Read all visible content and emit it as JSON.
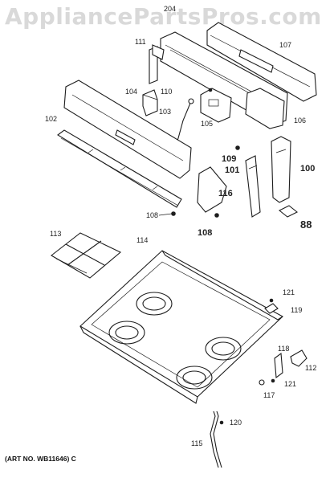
{
  "watermark": "AppliancePartsPros.com",
  "art_number": "(ART NO. WB11646) C",
  "labels": {
    "p204": "204",
    "p107": "107",
    "p111": "111",
    "p110": "110",
    "p104": "104",
    "p103": "103",
    "p105": "105",
    "p106": "106",
    "p102": "102",
    "p109": "109",
    "p101": "101",
    "p100": "100",
    "p116": "116",
    "p108a": "108",
    "p108b": "108",
    "p88": "88",
    "p113": "113",
    "p114": "114",
    "p121a": "121",
    "p119": "119",
    "p118": "118",
    "p112": "112",
    "p121b": "121",
    "p117": "117",
    "p120": "120",
    "p115": "115"
  }
}
